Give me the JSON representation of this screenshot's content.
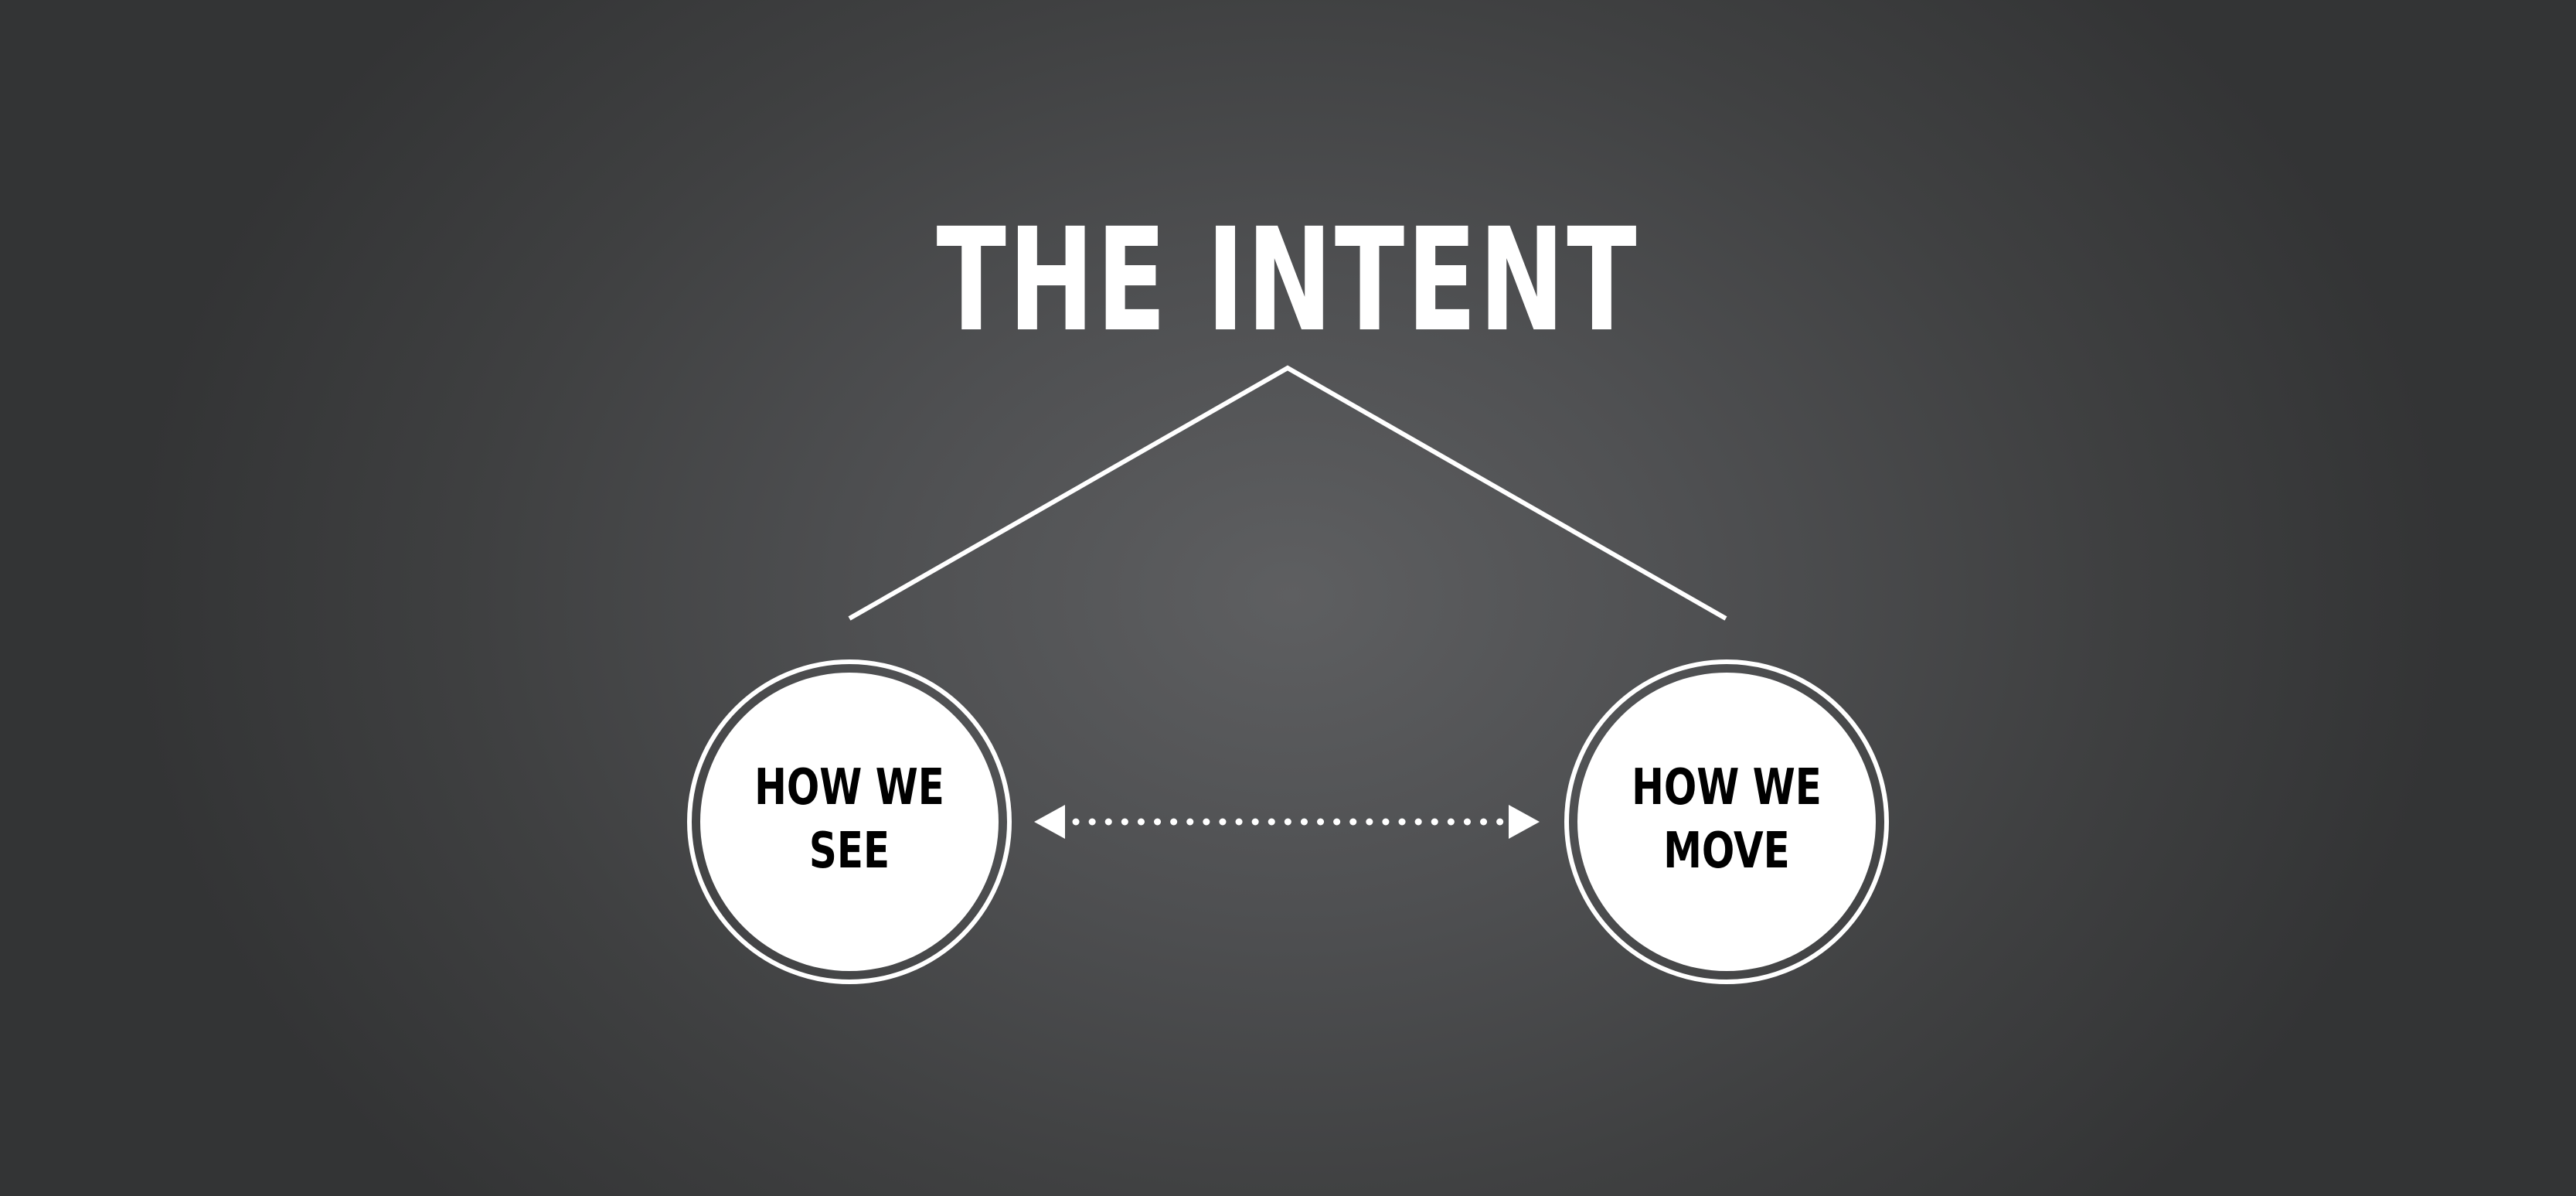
{
  "title": "THE INTENT",
  "nodes": [
    {
      "id": "see",
      "lines": [
        "HOW WE",
        "SEE"
      ]
    },
    {
      "id": "move",
      "lines": [
        "HOW WE",
        "MOVE"
      ]
    }
  ],
  "connector": "bidirectional-dotted-arrow",
  "colors": {
    "background_center": "#5e5f61",
    "background_edge": "#333435",
    "foreground": "#ffffff",
    "node_text": "#000000"
  }
}
